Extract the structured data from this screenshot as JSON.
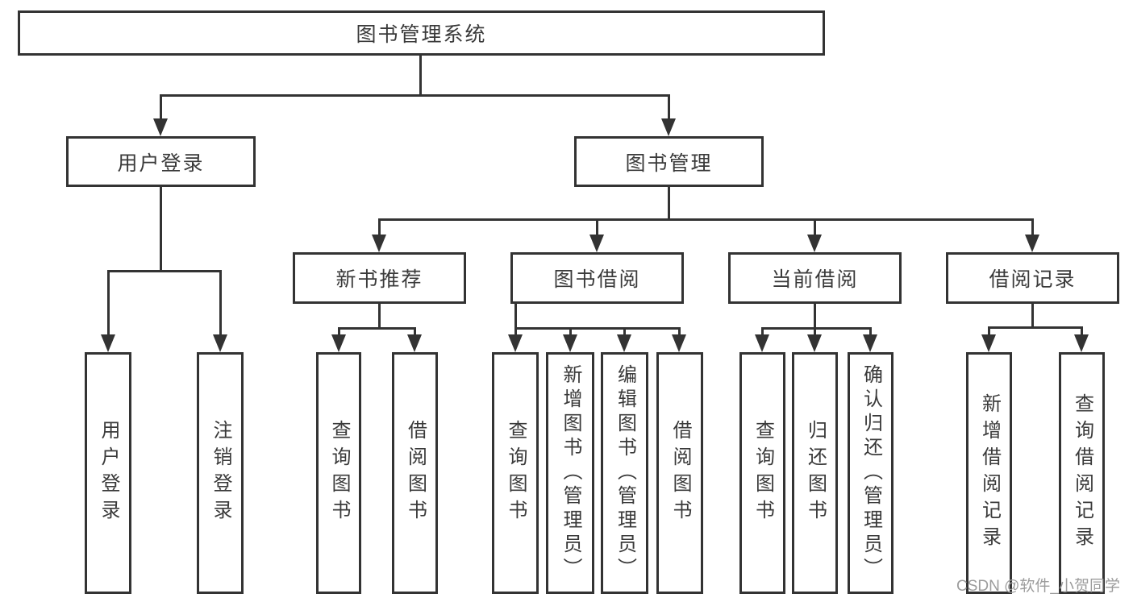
{
  "nodes": {
    "root": "图书管理系统",
    "user_login": "用户登录",
    "book_mgmt": "图书管理",
    "new_book_rec": "新书推荐",
    "book_borrow": "图书借阅",
    "current_borrow": "当前借阅",
    "borrow_records": "借阅记录",
    "leaf_user_login": "用户登录",
    "leaf_logout": "注销登录",
    "rec_query_book": "查询图书",
    "rec_borrow_book": "借阅图书",
    "bb_query_book": "查询图书",
    "bb_add_book": "新增图书（管理员）",
    "bb_edit_book": "编辑图书（管理员）",
    "bb_borrow_book": "借阅图书",
    "cb_query_book": "查询图书",
    "cb_return_book": "归还图书",
    "cb_confirm_return": "确认归还（管理员）",
    "br_add_record": "新增借阅记录",
    "br_query_record": "查询借阅记录"
  },
  "watermark": {
    "text": "CSDN @软件_小贺同学",
    "color": "#9c9c9c"
  },
  "colors": {
    "line": "#333333",
    "box_border": "#333333",
    "text": "#3a3a3a",
    "background": "#ffffff"
  }
}
